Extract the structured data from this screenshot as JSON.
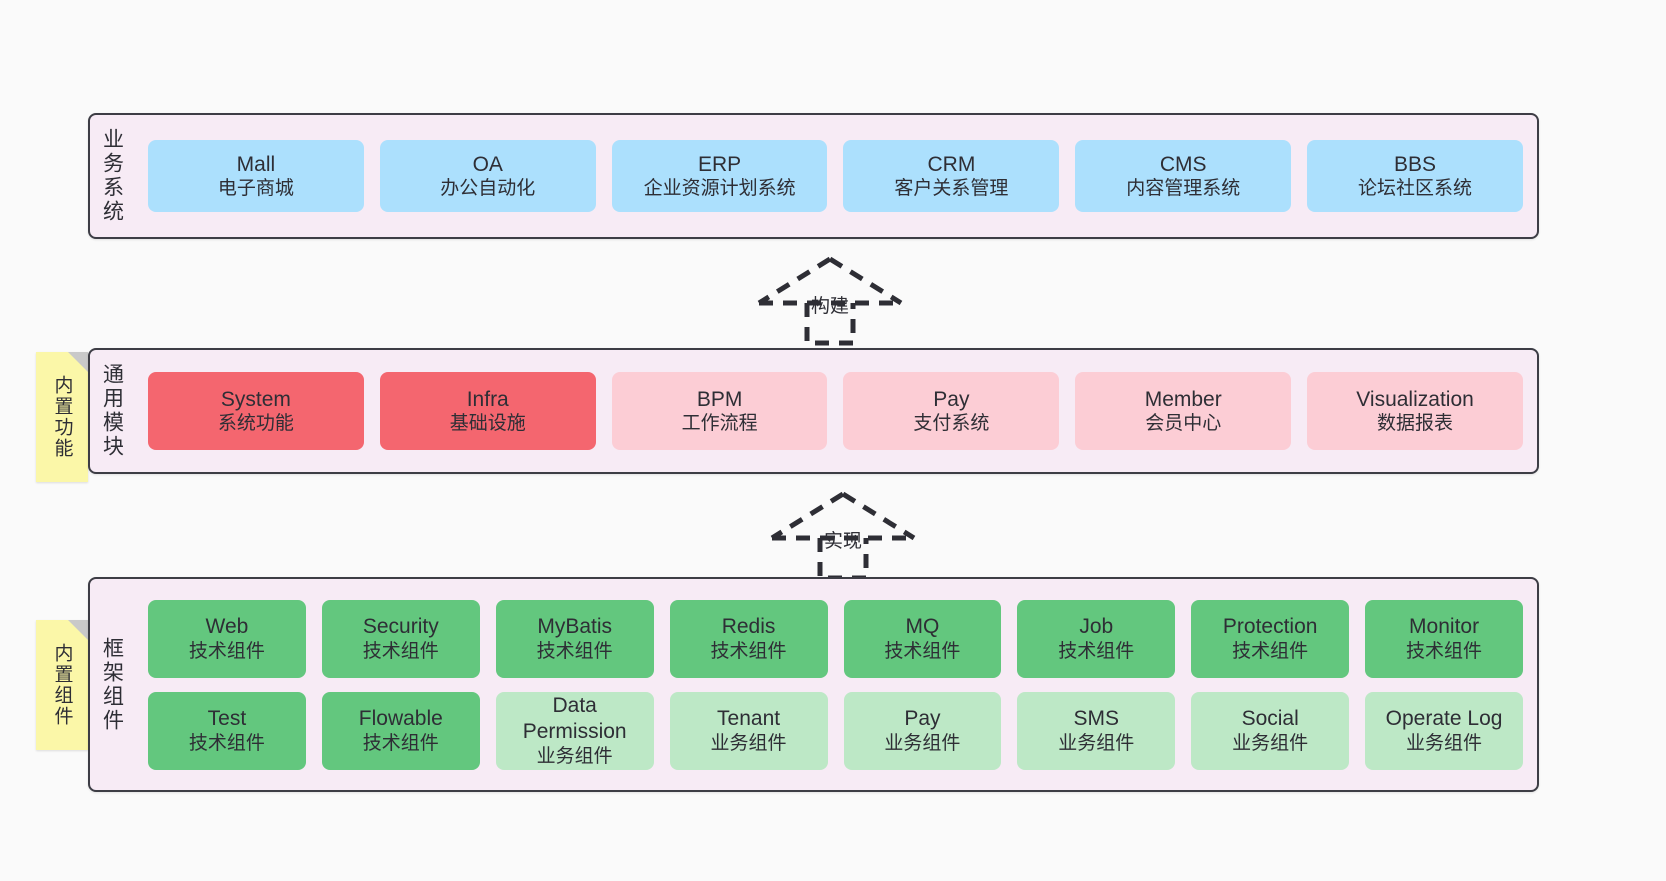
{
  "layers": [
    {
      "id": "business",
      "title": "业务系统",
      "cards": [
        {
          "name": "Mall",
          "desc": "电子商城",
          "style": "fill-blue"
        },
        {
          "name": "OA",
          "desc": "办公自动化",
          "style": "fill-blue"
        },
        {
          "name": "ERP",
          "desc": "企业资源计划系统",
          "style": "fill-blue"
        },
        {
          "name": "CRM",
          "desc": "客户关系管理",
          "style": "fill-blue"
        },
        {
          "name": "CMS",
          "desc": "内容管理系统",
          "style": "fill-blue"
        },
        {
          "name": "BBS",
          "desc": "论坛社区系统",
          "style": "fill-blue"
        }
      ]
    },
    {
      "id": "common",
      "title": "通用模块",
      "cards": [
        {
          "name": "System",
          "desc": "系统功能",
          "style": "fill-red"
        },
        {
          "name": "Infra",
          "desc": "基础设施",
          "style": "fill-red"
        },
        {
          "name": "BPM",
          "desc": "工作流程",
          "style": "fill-pink"
        },
        {
          "name": "Pay",
          "desc": "支付系统",
          "style": "fill-pink"
        },
        {
          "name": "Member",
          "desc": "会员中心",
          "style": "fill-pink"
        },
        {
          "name": "Visualization",
          "desc": "数据报表",
          "style": "fill-pink"
        }
      ]
    },
    {
      "id": "framework",
      "title": "框架组件",
      "cards": [
        {
          "name": "Web",
          "desc": "技术组件",
          "style": "fill-green"
        },
        {
          "name": "Security",
          "desc": "技术组件",
          "style": "fill-green"
        },
        {
          "name": "MyBatis",
          "desc": "技术组件",
          "style": "fill-green"
        },
        {
          "name": "Redis",
          "desc": "技术组件",
          "style": "fill-green"
        },
        {
          "name": "MQ",
          "desc": "技术组件",
          "style": "fill-green"
        },
        {
          "name": "Job",
          "desc": "技术组件",
          "style": "fill-green"
        },
        {
          "name": "Protection",
          "desc": "技术组件",
          "style": "fill-green"
        },
        {
          "name": "Monitor",
          "desc": "技术组件",
          "style": "fill-green"
        },
        {
          "name": "Test",
          "desc": "技术组件",
          "style": "fill-green"
        },
        {
          "name": "Flowable",
          "desc": "技术组件",
          "style": "fill-green"
        },
        {
          "name": "Data Permission",
          "desc": "业务组件",
          "style": "fill-green-light"
        },
        {
          "name": "Tenant",
          "desc": "业务组件",
          "style": "fill-green-light"
        },
        {
          "name": "Pay",
          "desc": "业务组件",
          "style": "fill-green-light"
        },
        {
          "name": "SMS",
          "desc": "业务组件",
          "style": "fill-green-light"
        },
        {
          "name": "Social",
          "desc": "业务组件",
          "style": "fill-green-light"
        },
        {
          "name": "Operate Log",
          "desc": "业务组件",
          "style": "fill-green-light"
        }
      ]
    }
  ],
  "sticky_notes": [
    {
      "id": "common",
      "label": "内置功能"
    },
    {
      "id": "framework",
      "label": "内置组件"
    }
  ],
  "arrows": [
    {
      "id": "build",
      "label": "构建"
    },
    {
      "id": "implement",
      "label": "实现"
    }
  ],
  "colors": {
    "panel_background": "#f7ebf5",
    "panel_border": "#3d3d45",
    "page_background": "#fafafa",
    "blue": "#ace0fd",
    "red": "#f4666f",
    "pink": "#fccdd5",
    "green": "#63c77e",
    "green_light": "#bde8c6",
    "sticky_yellow": "#fbf7a8",
    "sticky_fold": "#c9c9c9",
    "text": "#2e2e35"
  }
}
